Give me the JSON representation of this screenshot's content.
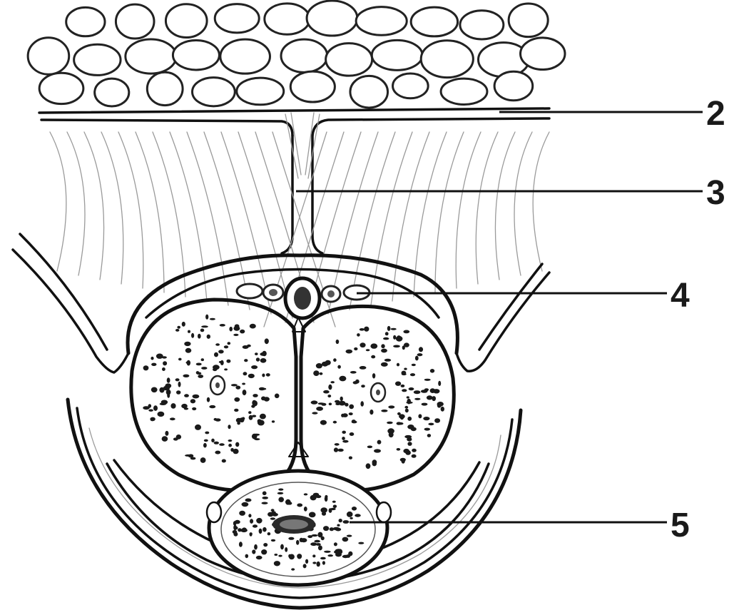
{
  "figure": {
    "background": "#ffffff",
    "ink_color": "#111111"
  },
  "labels": [
    {
      "id": "label-2",
      "text": "2"
    },
    {
      "id": "label-3",
      "text": "3"
    },
    {
      "id": "label-4",
      "text": "4"
    },
    {
      "id": "label-5",
      "text": "5"
    }
  ]
}
